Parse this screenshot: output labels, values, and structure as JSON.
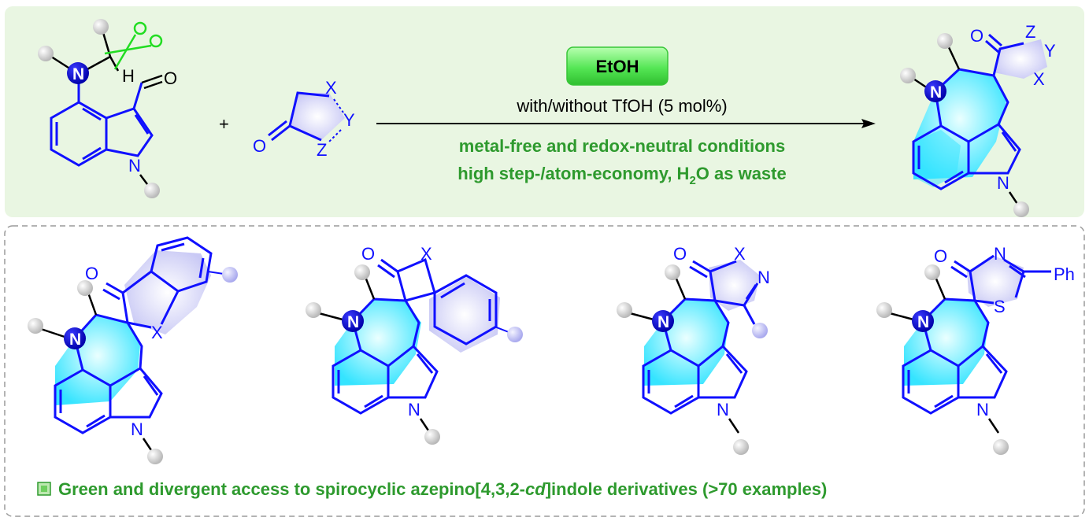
{
  "reaction": {
    "solvent": "EtOH",
    "catalyst_note": "with/without TfOH (5 mol%)",
    "condition_line1": "metal-free and redox-neutral conditions",
    "condition_line2_pre": "high step-/atom-economy, H",
    "condition_line2_sub": "2",
    "condition_line2_post": "O as waste",
    "plus": "+"
  },
  "atoms": {
    "N": "N",
    "O": "O",
    "H": "H",
    "X": "X",
    "Y": "Y",
    "Z": "Z",
    "S": "S",
    "Ph": "Ph"
  },
  "summary": {
    "pre": "Green and divergent access to spirocyclic azepino[4,3,2-",
    "italic": "cd",
    "post": "]indole derivatives (>70 examples)"
  },
  "colors": {
    "top_panel_bg": "#e9f6e2",
    "skeleton_blue": "#1010ff",
    "fill_cyan": "#35e4ff",
    "green_text": "#2e9a2e",
    "solvent_button": "#5fe85f",
    "scissors_green": "#22dd22"
  }
}
